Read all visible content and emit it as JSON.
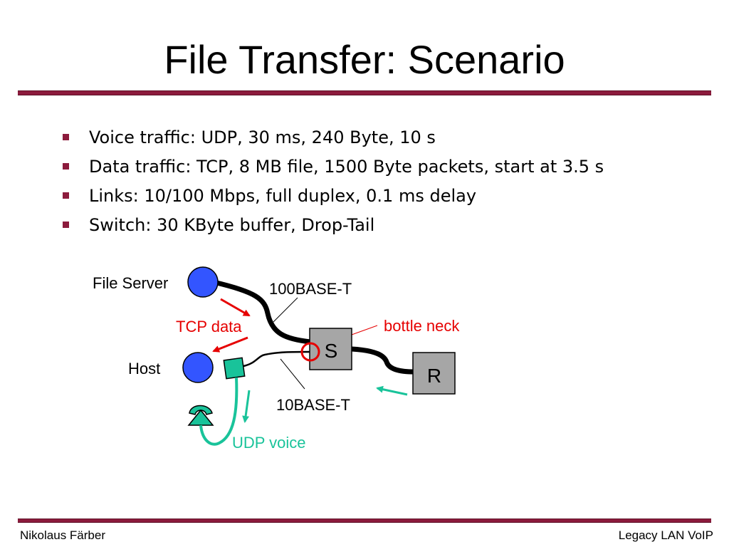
{
  "slide": {
    "title": "File Transfer: Scenario",
    "bullets": [
      "Voice traffic: UDP, 30 ms, 240 Byte, 10 s",
      "Data traffic: TCP, 8 MB file, 1500 Byte packets, start at 3.5 s",
      "Links: 10/100 Mbps, full duplex, 0.1 ms delay",
      "Switch: 30 KByte buffer, Drop-Tail"
    ]
  },
  "diagram": {
    "file_server_label": "File Server",
    "host_label": "Host",
    "link_100_label": "100BASE-T",
    "link_10_label": "10BASE-T",
    "tcp_label": "TCP data",
    "bottleneck_label": "bottle neck",
    "switch_label": "S",
    "router_label": "R",
    "udp_label": "UDP voice",
    "colors": {
      "node_blue": "#3355ff",
      "box_gray": "#a6a6a6",
      "tcp_red": "#e60000",
      "udp_green": "#19c39a",
      "phone_green": "#19c39a",
      "accent": "#8c1b3c"
    }
  },
  "footer": {
    "author": "Nikolaus Färber",
    "topic": "Legacy LAN VoIP"
  }
}
